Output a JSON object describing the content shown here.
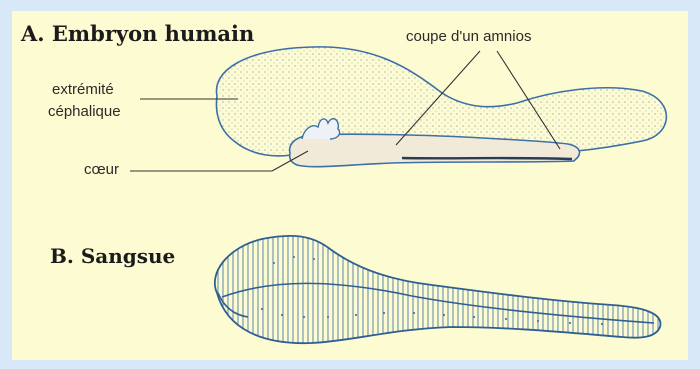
{
  "section_a": {
    "title": "A. Embryon humain",
    "labels": {
      "head_line1": "extrémité",
      "head_line2": "céphalique",
      "heart": "cœur",
      "amnion": "coupe d'un amnios"
    }
  },
  "section_b": {
    "title": "B. Sangsue"
  },
  "colors": {
    "outer_background": "#d8e8f8",
    "panel_background": "#fdfbd2",
    "drawing_stroke": "#3d6fa8",
    "leader_line": "#333333",
    "text": "#1b1b1b"
  }
}
